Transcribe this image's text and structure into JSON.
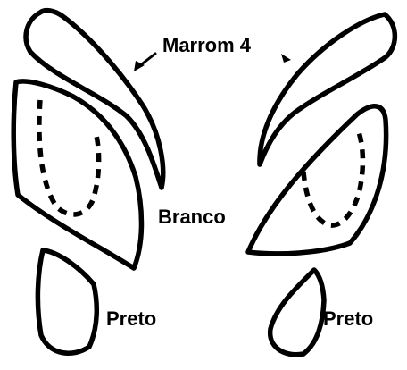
{
  "labels": {
    "marrom": "Marrom 4",
    "branco": "Branco",
    "preto_left": "Preto",
    "preto_right": "Preto"
  },
  "colors": {
    "stroke": "#000000",
    "background": "#ffffff"
  }
}
